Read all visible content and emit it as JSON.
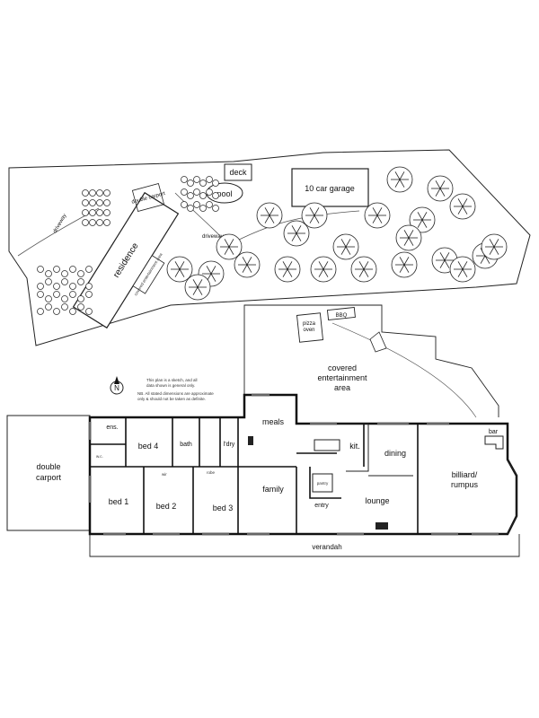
{
  "site_plan": {
    "labels": {
      "deck": "deck",
      "pool": "pool",
      "garage": "10 car garage",
      "double_carport": "double carport",
      "driveway_left": "driveway",
      "driveway_mid": "driveway",
      "residence": "residence",
      "covered_entertainment": "covered entertainment area"
    }
  },
  "north_symbol": "N",
  "disclaimer": [
    "This plan is a sketch, and all",
    "data shown is general only.",
    "NB. All stated dimensions are approximate",
    "only & should not be taken as definite."
  ],
  "floor_plan": {
    "outdoor": {
      "pizza_oven": [
        "pizza",
        "oven"
      ],
      "bbq": "BBQ",
      "covered_area": [
        "covered",
        "entertainment",
        "area"
      ],
      "verandah": "verandah",
      "double_carport": [
        "double",
        "carport"
      ]
    },
    "rooms": {
      "ens": "ens.",
      "bed4": "bed 4",
      "bath": "bath",
      "ldry": "l'dry",
      "meals": "meals",
      "kit": "kit.",
      "dining": "dining",
      "billiard": [
        "billiard/",
        "rumpus"
      ],
      "bar": "bar",
      "bed1": "bed 1",
      "bed2": "bed 2",
      "bed3": "bed 3",
      "family": "family",
      "entry": "entry",
      "lounge": "lounge",
      "pantry": "pantry",
      "wc": "w.c.",
      "wir": "wir",
      "robe": "robe"
    }
  }
}
